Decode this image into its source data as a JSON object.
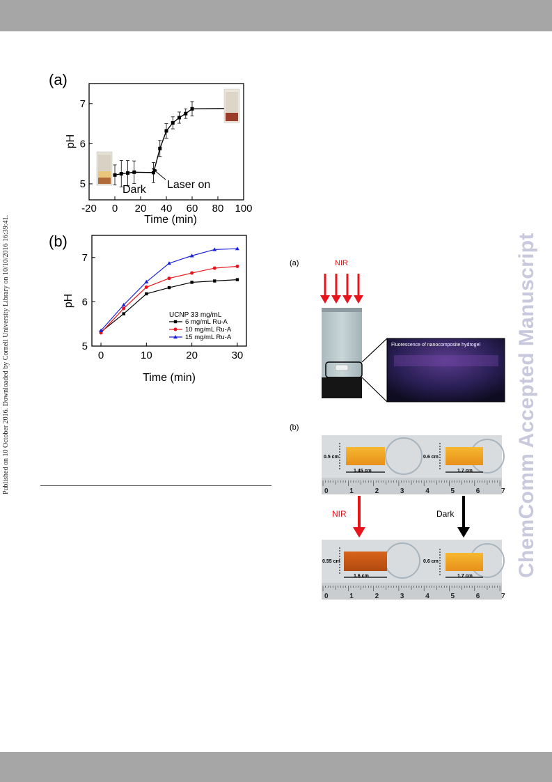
{
  "page": {
    "side_note": "Published on 10 October 2016. Downloaded by Cornell University Library on 10/10/2016 16:39:41.",
    "watermark": "ChemComm Accepted Manuscript"
  },
  "chart_data": [
    {
      "type": "line",
      "panel": "(a)",
      "xlabel": "Time (min)",
      "ylabel": "pH",
      "xlim": [
        -20,
        100
      ],
      "ylim": [
        4.6,
        7.5
      ],
      "xticks": [
        -20,
        0,
        20,
        40,
        60,
        80,
        100
      ],
      "yticks": [
        5,
        6,
        7
      ],
      "grid": false,
      "series": [
        {
          "x": [
            0,
            5,
            10,
            15,
            30,
            35,
            40,
            45,
            50,
            55,
            60,
            90
          ],
          "values": [
            5.22,
            5.25,
            5.27,
            5.29,
            5.28,
            5.88,
            6.32,
            6.52,
            6.65,
            6.75,
            6.87,
            6.88
          ],
          "errors": [
            0.25,
            0.33,
            0.31,
            0.28,
            0.25,
            0.2,
            0.18,
            0.15,
            0.14,
            0.12,
            0.18,
            0.27
          ]
        }
      ],
      "annotations": [
        "Dark",
        "Laser on"
      ]
    },
    {
      "type": "line",
      "panel": "(b)",
      "xlabel": "Time (min)",
      "ylabel": "pH",
      "xlim": [
        -2,
        32
      ],
      "ylim": [
        5,
        7.5
      ],
      "xticks": [
        0,
        10,
        20,
        30
      ],
      "yticks": [
        5,
        6,
        7
      ],
      "grid": false,
      "legend_title": "UCNP 33 mg/mL",
      "legend": "lower-right",
      "x": [
        0,
        5,
        10,
        15,
        20,
        25,
        30
      ],
      "series": [
        {
          "name": "6 mg/mL Ru-A",
          "color": "#000000",
          "marker": "square",
          "values": [
            5.32,
            5.73,
            6.18,
            6.32,
            6.44,
            6.47,
            6.5
          ]
        },
        {
          "name": "10 mg/mL Ru-A",
          "color": "#e8141b",
          "marker": "circle",
          "values": [
            5.3,
            5.85,
            6.33,
            6.53,
            6.65,
            6.76,
            6.8
          ]
        },
        {
          "name": "15 mg/mL Ru-A",
          "color": "#1a22d6",
          "marker": "triangle",
          "values": [
            5.35,
            5.93,
            6.45,
            6.87,
            7.04,
            7.18,
            7.2
          ]
        }
      ]
    }
  ],
  "figure2": {
    "panel_a": "(a)",
    "panel_b": "(b)",
    "nir_label": "NIR",
    "fluorescence_caption": "Fluorescence of nanocomposite hydrogel",
    "nir_arrow_label": "NIR",
    "dark_arrow_label": "Dark",
    "top_left": {
      "height": "0.5 cm",
      "width": "1.45 cm"
    },
    "top_right": {
      "height": "0.6 cm",
      "width": "1.7 cm"
    },
    "bottom_left": {
      "height": "0.55 cm",
      "width": "1.6 cm"
    },
    "bottom_right": {
      "height": "0.6 cm",
      "width": "1.7 cm"
    },
    "ruler_numbers": [
      "0",
      "1",
      "2",
      "3",
      "4",
      "5",
      "6",
      "7"
    ],
    "colors": {
      "nir_red": "#e8141b",
      "gel_orange": "#f2a51c",
      "gel_dark": "#c25a10"
    }
  }
}
